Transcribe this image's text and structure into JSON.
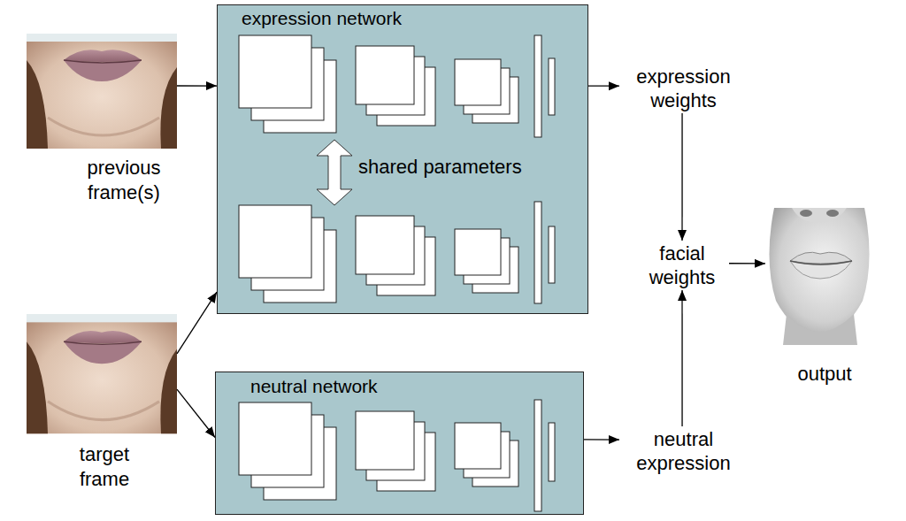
{
  "diagram": {
    "nodes": [
      {
        "text": [
          "previous frame(s)"
        ]
      },
      {
        "text": [
          "expression network"
        ]
      },
      {
        "text": [
          "target frame"
        ]
      },
      {
        "text": [
          "neutral network"
        ]
      },
      {
        "text": [
          "expression weights"
        ]
      },
      {
        "text": [
          "facial weights"
        ]
      },
      {
        "text": [
          "neutral expression"
        ]
      },
      {
        "text": [
          "output"
        ]
      }
    ],
    "edges": [
      {
        "from": 0,
        "to": 1,
        "arrow": "to"
      },
      {
        "from": 2,
        "to": 1,
        "arrow": "to"
      },
      {
        "from": 2,
        "to": 3,
        "arrow": "to"
      },
      {
        "from": 1,
        "to": 4,
        "arrow": "to"
      },
      {
        "from": 3,
        "to": 6,
        "arrow": "to"
      },
      {
        "from": 4,
        "to": 5,
        "arrow": "to"
      },
      {
        "from": 6,
        "to": 5,
        "arrow": "to"
      },
      {
        "from": 5,
        "to": 7,
        "arrow": "to"
      }
    ],
    "labels": [
      "shared parameters"
    ]
  }
}
